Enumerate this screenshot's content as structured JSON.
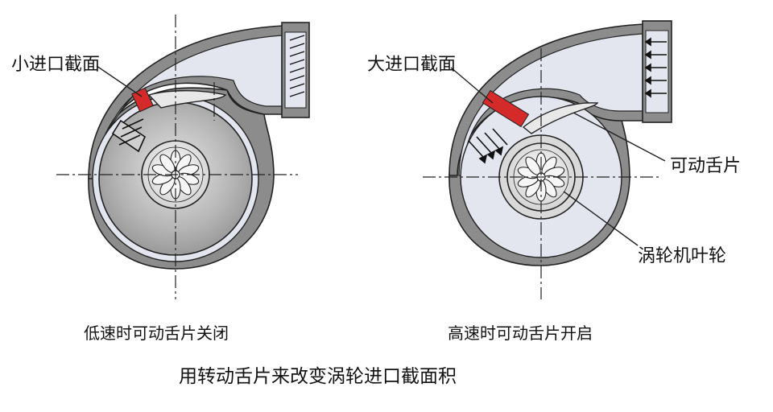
{
  "labels": {
    "small_inlet": "小进口截面",
    "large_inlet": "大进口截面",
    "movable_vane": "可动舌片",
    "turbine_wheel": "涡轮机叶轮",
    "low_speed": "低速时可动舌片关闭",
    "high_speed": "高速时可动舌片开启",
    "title": "用转动舌片来改变涡轮进口截面积"
  },
  "colors": {
    "casing": "#8c8c8c",
    "passage": "#e3e6ef",
    "rotor_disc": "#b4b4b4",
    "section_marker": "#d42a2a",
    "line": "#222222"
  }
}
